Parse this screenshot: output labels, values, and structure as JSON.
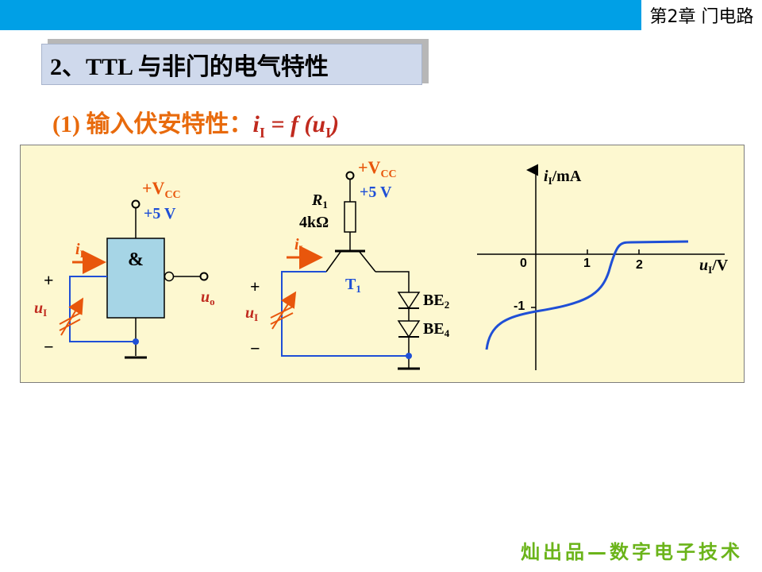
{
  "header": {
    "chapter": "第2章 门电路"
  },
  "title": "2、TTL 与非门的电气特性",
  "subtitle": {
    "label": "(1) 输入伏安特性：",
    "formula": "i",
    "sub": "I",
    "eq": " = f (",
    "u": "u",
    "usub": "I",
    "close": ")"
  },
  "circuit1": {
    "vcc": "+V",
    "vcc_sub": "CC",
    "vcc_value": "+5 V",
    "gate_symbol": "&",
    "current": "i",
    "current_sub": "I",
    "plus": "+",
    "minus": "−",
    "input": "u",
    "input_sub": "I",
    "output": "u",
    "output_sub": "o"
  },
  "circuit2": {
    "vcc": "+V",
    "vcc_sub": "CC",
    "vcc_value": "+5 V",
    "resistor": "R",
    "resistor_sub": "1",
    "resistor_value": "4kΩ",
    "current": "i",
    "current_sub": "I",
    "transistor": "T",
    "transistor_sub": "1",
    "plus": "+",
    "minus": "−",
    "input": "u",
    "input_sub": "I",
    "diode1": "BE",
    "diode1_sub": "2",
    "diode2": "BE",
    "diode2_sub": "4"
  },
  "graph": {
    "ylabel": "i",
    "ylabel_sub": "I",
    "ylabel_unit": "/mA",
    "xlabel": "u",
    "xlabel_sub": "I",
    "xlabel_unit": "/V",
    "ticks_x": [
      "0",
      "1",
      "2"
    ],
    "tick_y": "-1"
  },
  "footer": "灿出品—数字电子技术",
  "colors": {
    "topbar": "#00a0e6",
    "wire": "#1f4fd6",
    "arrow": "#e8560c",
    "label": "#1f4fd6",
    "vcc": "#e8560c",
    "output_label": "#c02a1e",
    "gate_fill": "#a6d5e6",
    "panel": "#fdf8d0",
    "footer": "#6bb41a"
  }
}
